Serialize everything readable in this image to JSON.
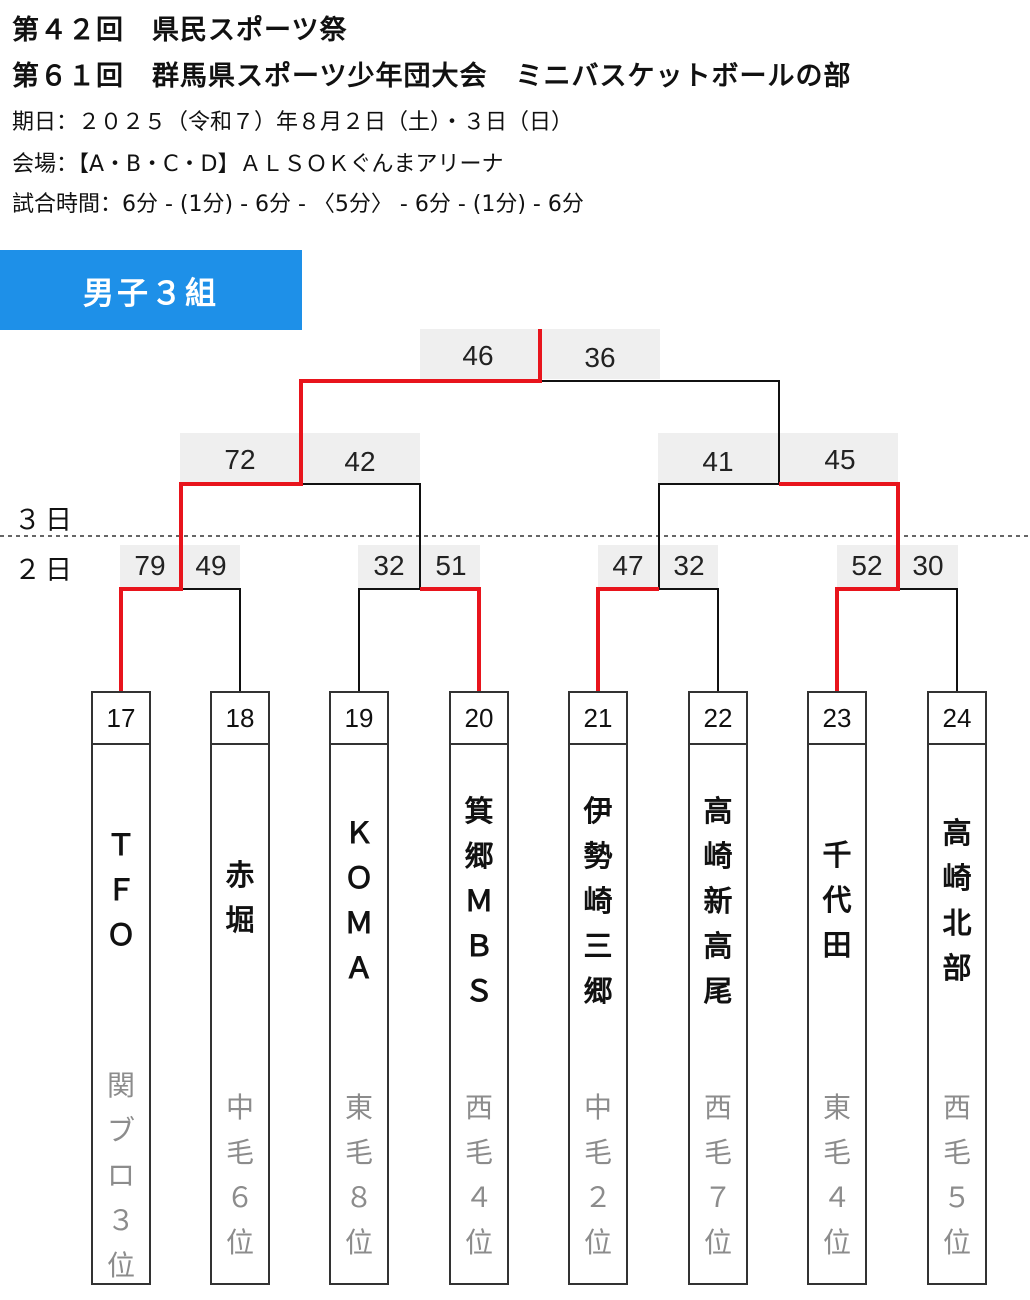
{
  "header": {
    "title1": "第４２回　県民スポーツ祭",
    "title2": "第６１回　群馬県スポーツ少年団大会　ミニバスケットボールの部",
    "date": "期日：２０２５（令和７）年８月２日（土）・３日（日）",
    "venue": "会場：【A・B・C・D】ＡＬＳＯＫぐんまアリーナ",
    "time": "試合時間：6分 - (1分) - 6分 - 〈5分〉 - 6分 - (1分) - 6分"
  },
  "group": "男子３組",
  "days": {
    "day3": "３日",
    "day2": "２日"
  },
  "teams": [
    {
      "num": "17",
      "name": "ＴＦＯ",
      "affiliation": "関ブロ３位"
    },
    {
      "num": "18",
      "name": "赤堀",
      "affiliation": "中毛６位"
    },
    {
      "num": "19",
      "name": "ＫＯＭＡ",
      "affiliation": "東毛８位"
    },
    {
      "num": "20",
      "name": "箕郷ＭＢＳ",
      "affiliation": "西毛４位"
    },
    {
      "num": "21",
      "name": "伊勢崎三郷",
      "affiliation": "中毛２位"
    },
    {
      "num": "22",
      "name": "高崎新高尾",
      "affiliation": "西毛７位"
    },
    {
      "num": "23",
      "name": "千代田",
      "affiliation": "東毛４位"
    },
    {
      "num": "24",
      "name": "高崎北部",
      "affiliation": "西毛５位"
    }
  ],
  "scores": {
    "r1": [
      [
        "79",
        "49"
      ],
      [
        "32",
        "51"
      ],
      [
        "47",
        "32"
      ],
      [
        "52",
        "30"
      ]
    ],
    "r2": [
      [
        "72",
        "42"
      ],
      [
        "41",
        "45"
      ]
    ],
    "final": [
      "46",
      "36"
    ]
  },
  "colors": {
    "winner_line": "#e8141c",
    "loser_line": "#111111",
    "score_bg": "#efefef",
    "group_label": "#1e90e8"
  }
}
